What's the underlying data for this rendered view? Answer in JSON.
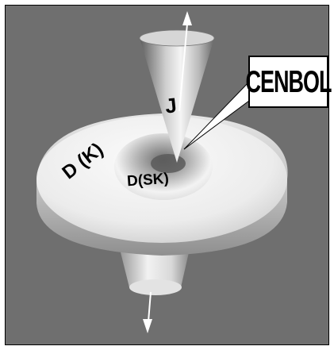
{
  "diagram": {
    "labels": {
      "jet": "J",
      "disk": "D (K)",
      "inner_disk": "D(SK)",
      "callout": "CENBOL"
    },
    "colors": {
      "background": "#6f6f6f",
      "surface_light": "#f2f2f2",
      "surface_dark": "#8a8a8a",
      "arrow": "#ffffff",
      "callout_bg": "#ffffff",
      "text": "#000000"
    }
  }
}
